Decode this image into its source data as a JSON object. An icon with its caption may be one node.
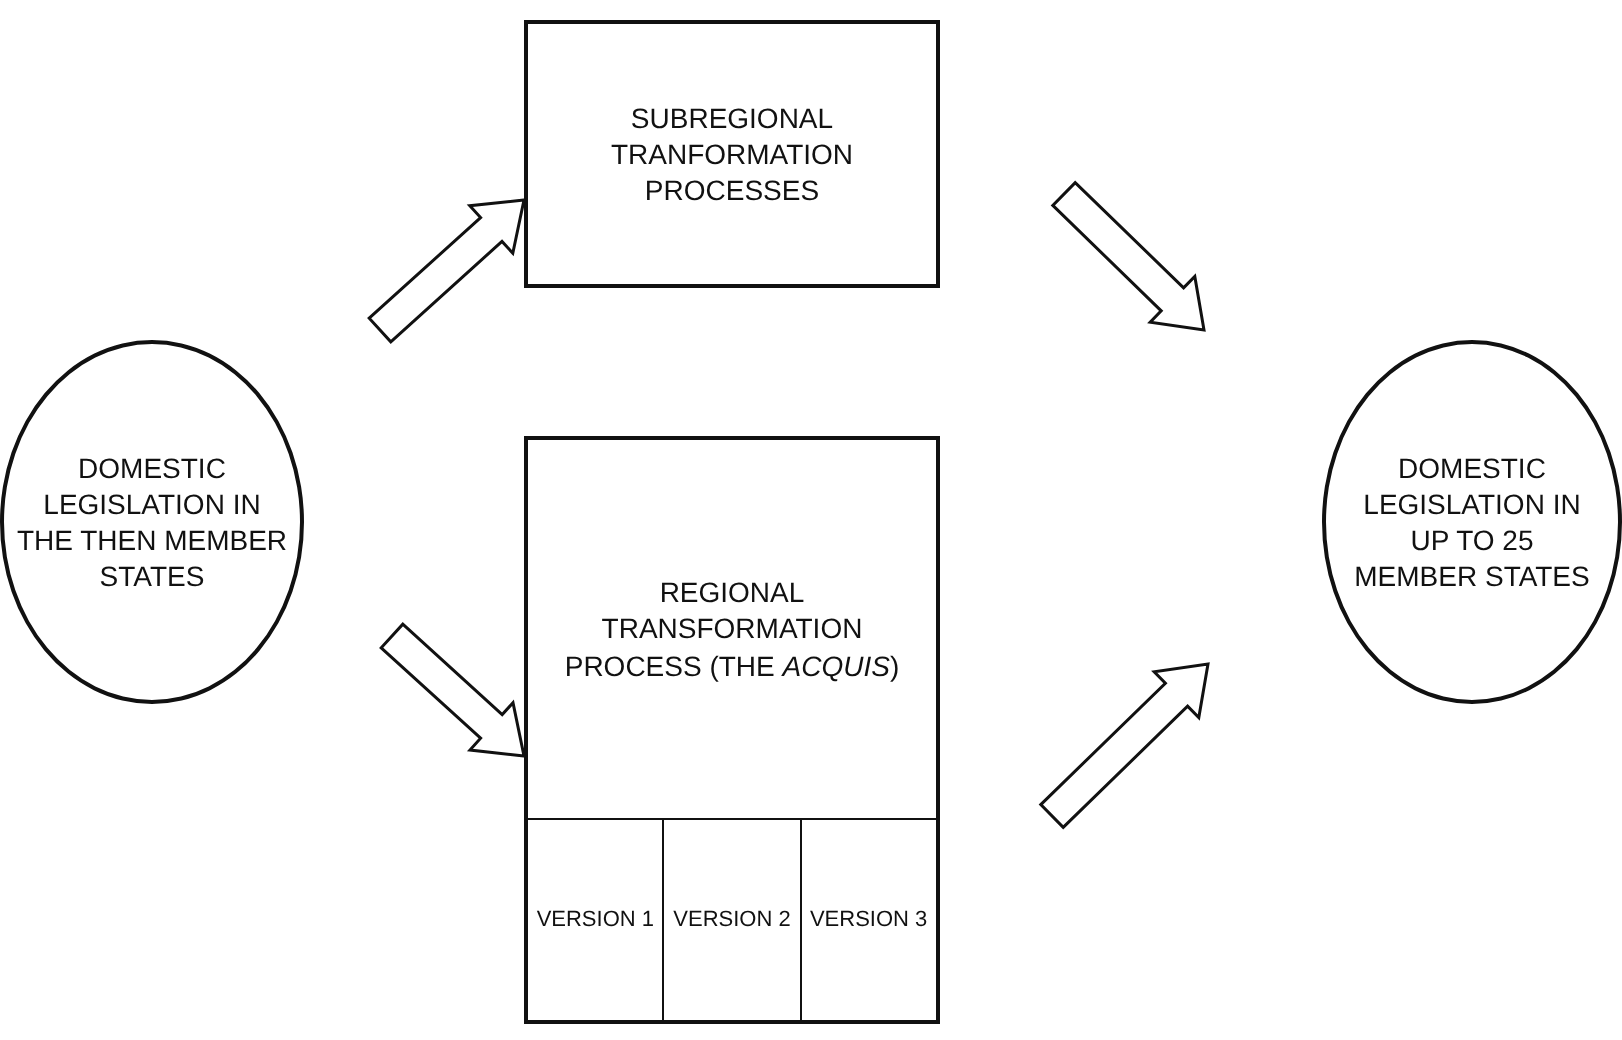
{
  "diagram": {
    "nodes": [
      {
        "text": [
          "DOMESTIC LEGISLATION IN THE THEN MEMBER STATES"
        ]
      },
      {
        "text": [
          "SUBREGIONAL TRANFORMATION PROCESSES"
        ]
      },
      {
        "text": [
          "REGIONAL TRANSFORMATION PROCESS (THE *ACQUIS*)"
        ]
      },
      {
        "text": [
          "VERSION 1"
        ],
        "in": 2
      },
      {
        "text": [
          "VERSION 2"
        ],
        "in": 2
      },
      {
        "text": [
          "VERSION 3"
        ],
        "in": 2
      },
      {
        "text": [
          "DOMESTIC LEGISLATION IN UP TO 25 MEMBER STATES"
        ]
      }
    ],
    "edges": [
      {
        "from": 0,
        "to": 1,
        "arrow": "to"
      },
      {
        "from": 0,
        "to": 2,
        "arrow": "to"
      },
      {
        "from": 1,
        "to": 6,
        "arrow": "to"
      },
      {
        "from": 2,
        "to": 6,
        "arrow": "to"
      }
    ]
  }
}
